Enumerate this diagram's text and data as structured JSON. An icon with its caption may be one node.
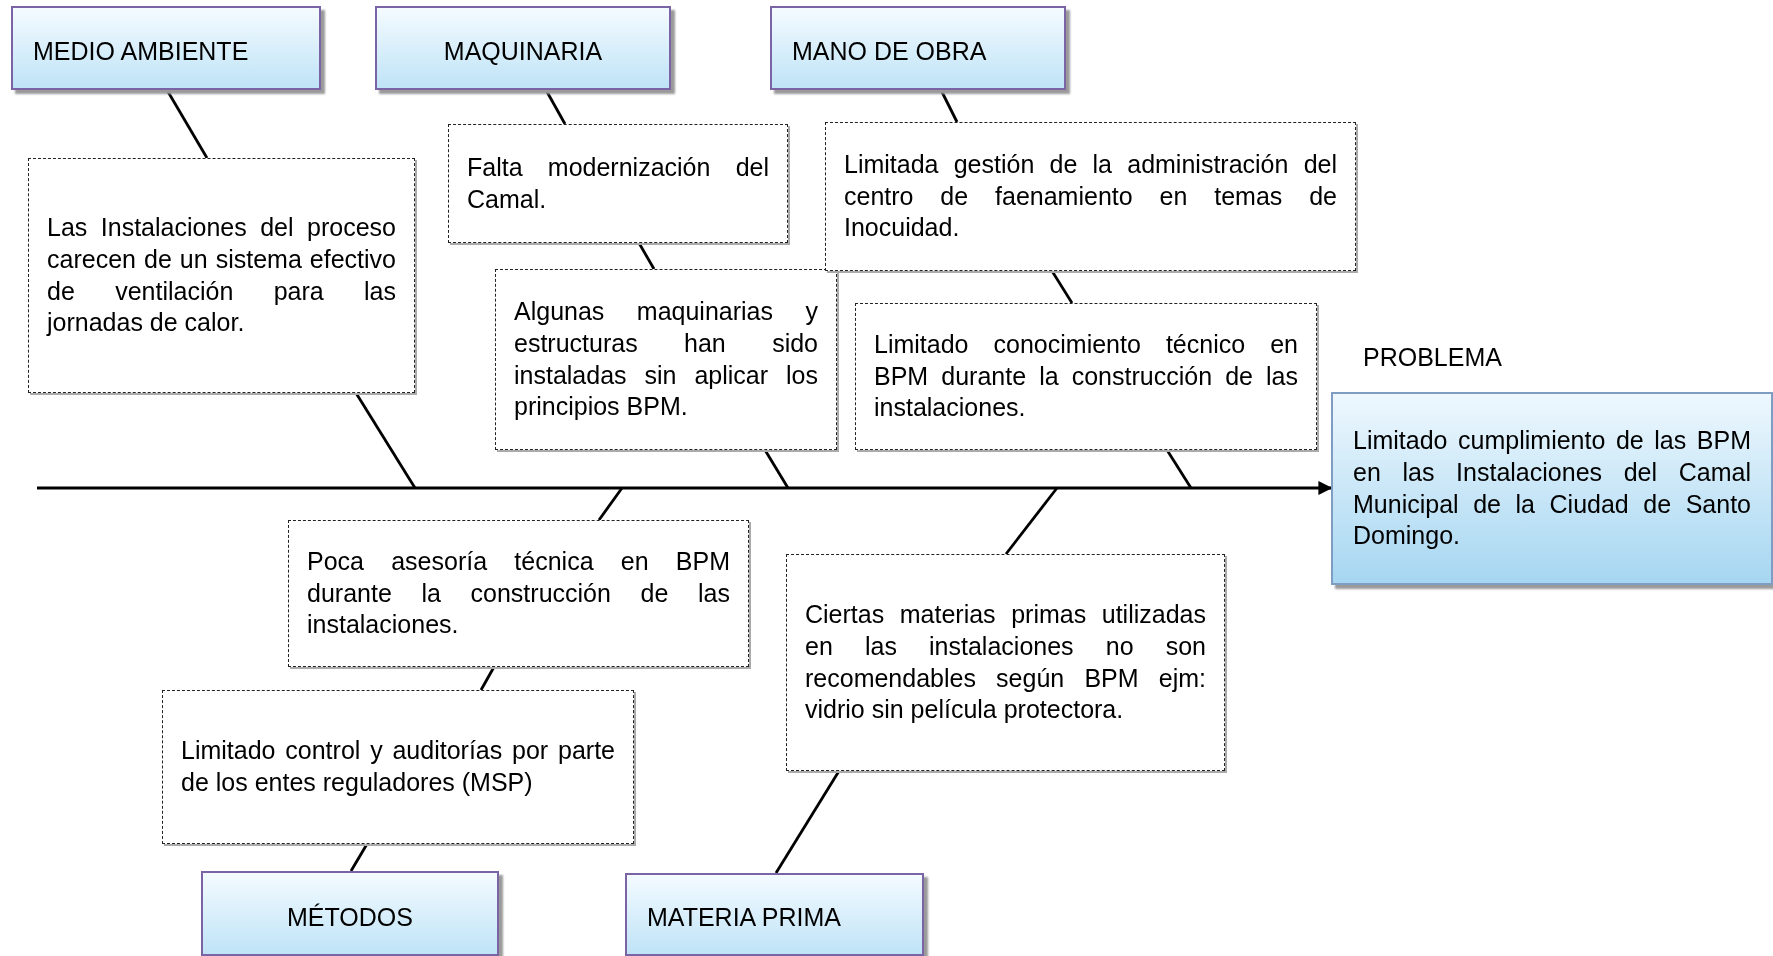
{
  "diagram": {
    "nodes": [
      {
        "text": [
          "MEDIO AMBIENTE"
        ]
      },
      {
        "text": [
          "MAQUINARIA"
        ]
      },
      {
        "text": [
          "MANO DE OBRA"
        ]
      },
      {
        "text": [
          "Las Instalaciones del proceso carecen de un sistema efectivo de ventilación para las jornadas de calor."
        ]
      },
      {
        "text": [
          "Falta modernización del Camal."
        ]
      },
      {
        "text": [
          "Algunas maquinarias y estructuras han sido instaladas sin aplicar los principios BPM."
        ]
      },
      {
        "text": [
          "Limitada gestión de la administración del centro de faenamiento en temas de Inocuidad."
        ]
      },
      {
        "text": [
          "Limitado conocimiento técnico en BPM durante la construcción de las instalaciones."
        ]
      },
      {
        "text": [
          "PROBLEMA",
          "Limitado cumplimiento de las BPM en las Instalaciones del Camal Municipal de la Ciudad de Santo Domingo."
        ]
      },
      {
        "text": [
          "Poca asesoría técnica en BPM durante la construcción de las instalaciones."
        ]
      },
      {
        "text": [
          "Ciertas materias primas utilizadas en las instalaciones no son recomendables según BPM ejm: vidrio sin película protectora."
        ]
      },
      {
        "text": [
          "Limitado control y auditorías por parte de los entes reguladores (MSP)"
        ]
      },
      {
        "text": [
          "MÉTODOS"
        ]
      },
      {
        "text": [
          "MATERIA PRIMA"
        ]
      }
    ],
    "edges": [
      {
        "from": null,
        "to": 8,
        "arrow": "to"
      },
      {
        "from": 0,
        "to": 3,
        "arrow": "none"
      },
      {
        "from": 3,
        "to": null,
        "arrow": "none"
      },
      {
        "from": 1,
        "to": 4,
        "arrow": "none"
      },
      {
        "from": 4,
        "to": 5,
        "arrow": "none"
      },
      {
        "from": 5,
        "to": null,
        "arrow": "none"
      },
      {
        "from": 2,
        "to": 6,
        "arrow": "none"
      },
      {
        "from": 6,
        "to": 7,
        "arrow": "none"
      },
      {
        "from": 7,
        "to": null,
        "arrow": "none"
      },
      {
        "from": 12,
        "to": 11,
        "arrow": "none"
      },
      {
        "from": 11,
        "to": 9,
        "arrow": "none"
      },
      {
        "from": 9,
        "to": null,
        "arrow": "none"
      },
      {
        "from": 13,
        "to": 10,
        "arrow": "none"
      },
      {
        "from": 10,
        "to": null,
        "arrow": "none"
      }
    ]
  }
}
